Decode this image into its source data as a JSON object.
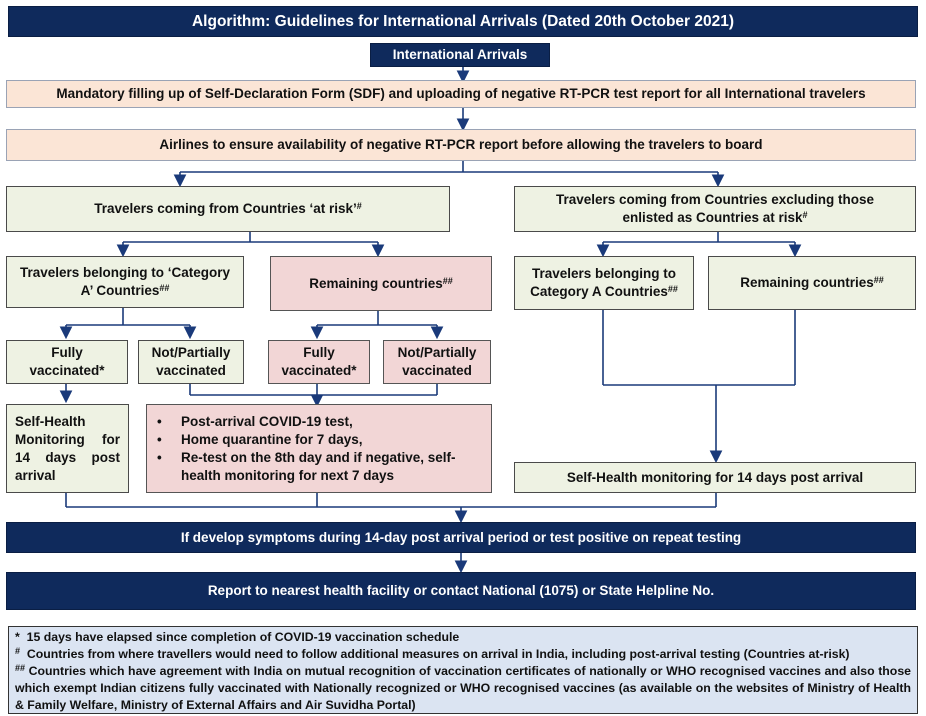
{
  "title": "Algorithm: Guidelines for International Arrivals (Dated 20th October 2021)",
  "start": "International Arrivals",
  "step1": "Mandatory filling up of Self-Declaration Form (SDF) and uploading of negative RT-PCR test report for all International  travelers",
  "step2": "Airlines to ensure availability of negative RT-PCR report before allowing the travelers to board",
  "at_risk": {
    "label": "Travelers coming from Countries ‘at risk’",
    "mark": "#"
  },
  "excluding": {
    "label": "Travelers coming from Countries excluding those enlisted as Countries at risk",
    "mark": "#"
  },
  "cat_a_left": {
    "label": "Travelers belonging to ‘Category A’ Countries",
    "mark": "##"
  },
  "remaining_left": {
    "label": "Remaining countries",
    "mark": "##"
  },
  "cat_a_right": {
    "label": "Travelers belonging to Category A Countries",
    "mark": "##"
  },
  "remaining_right": {
    "label": "Remaining countries",
    "mark": "##"
  },
  "fully_vacc_1": "Fully vaccinated*",
  "not_vacc_1": "Not/Partially vaccinated",
  "fully_vacc_2": "Fully vaccinated*",
  "not_vacc_2": "Not/Partially vaccinated",
  "self_monitor_left": "Self-Health Monitoring for 14 days post arrival",
  "post_arrival": [
    "Post-arrival COVID-19 test,",
    "Home quarantine for 7 days,",
    "Re-test on the 8th day and if negative, self-health monitoring for next 7 days"
  ],
  "self_monitor_right": "Self-Health monitoring for 14 days post arrival",
  "symptoms": "If develop symptoms during 14-day post arrival period or test positive on repeat testing",
  "report": "Report to nearest health facility or contact National (1075) or State Helpline No.",
  "notes": [
    {
      "mark": "*",
      "text": "15 days have elapsed since completion of COVID-19 vaccination schedule"
    },
    {
      "mark": "#",
      "text": "Countries from where travellers would need to follow additional measures on arrival in India, including post-arrival testing (Countries at-risk)"
    },
    {
      "mark": "##",
      "text": "Countries which have agreement with India on mutual recognition of vaccination certificates of nationally or WHO recognised vaccines and also those which exempt Indian citizens fully vaccinated with Nationally recognized or WHO recognised vaccines (as available on the websites of Ministry of Health & Family Welfare, Ministry of External Affairs and Air Suvidha Portal)"
    }
  ]
}
